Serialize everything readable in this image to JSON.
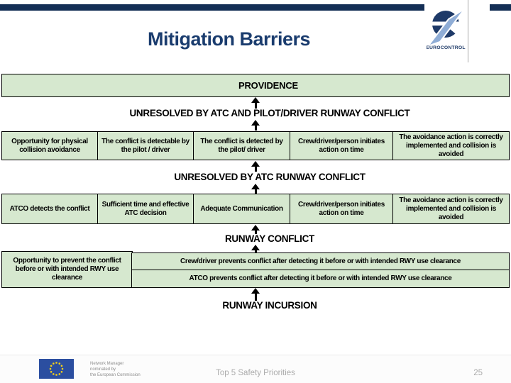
{
  "header": {
    "title": "Mitigation Barriers",
    "logo_caption": "EUROCONTROL"
  },
  "diagram": {
    "providence_label": "PROVIDENCE",
    "level1": {
      "label": "UNRESOLVED BY ATC AND PILOT/DRIVER RUNWAY CONFLICT",
      "barriers": [
        "Opportunity for physical collision avoidance",
        "The conflict is detectable by the pilot / driver",
        "The conflict is detected by the pilot/ driver",
        "Crew/driver/person initiates action on time",
        "The avoidance action is correctly implemented and collision is avoided"
      ]
    },
    "level2": {
      "label": "UNRESOLVED BY ATC RUNWAY CONFLICT",
      "barriers": [
        "ATCO detects the conflict",
        "Sufficient time and effective ATC decision",
        "Adequate Communication",
        "Crew/driver/person initiates action on time",
        "The avoidance action is correctly implemented and collision is avoided"
      ]
    },
    "level3": {
      "label": "RUNWAY CONFLICT",
      "opportunity": "Opportunity to prevent the conflict before or with intended RWY use clearance",
      "barriers": [
        "Crew/driver prevents conflict after detecting it before or with intended RWY use clearance",
        "ATCO prevents conflict after detecting it before or with intended RWY use clearance"
      ]
    },
    "bottom_label": "RUNWAY INCURSION"
  },
  "footer": {
    "org_lines": [
      "Network Manager",
      "nominated by",
      "the European Commission"
    ],
    "center_text": "Top 5 Safety Priorities",
    "page_number": "25"
  },
  "colors": {
    "accent_bar": "#142F56",
    "title_text": "#1A3C6E",
    "barrier_green": "#D6E8CF",
    "box_border": "#000000",
    "logo_navy": "#1E3A68",
    "logo_swoosh": "#8FADD6",
    "eu_flag_blue": "#2B4EA0",
    "eu_star_yellow": "#F7D117",
    "footer_text": "#ABABAB"
  }
}
